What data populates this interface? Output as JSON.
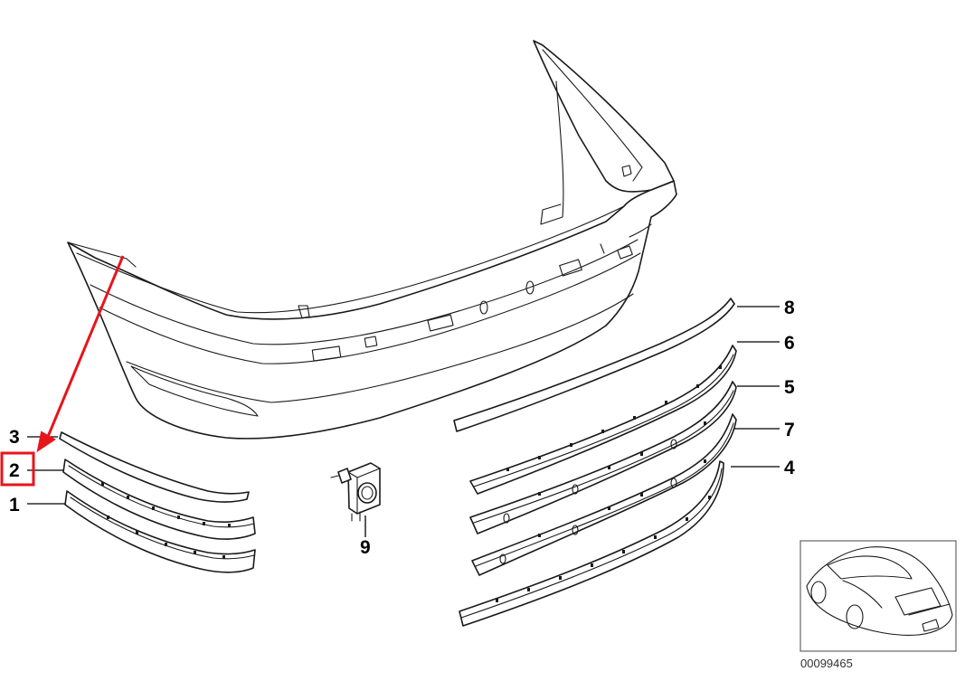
{
  "callouts": [
    {
      "label": "1"
    },
    {
      "label": "2"
    },
    {
      "label": "3"
    },
    {
      "label": "4"
    },
    {
      "label": "5"
    },
    {
      "label": "6"
    },
    {
      "label": "7"
    },
    {
      "label": "8"
    },
    {
      "label": "9"
    }
  ],
  "highlighted_callout": "2",
  "document_number": "00099465",
  "colors": {
    "line": "#1a1a1a",
    "highlight": "#e8141b",
    "background": "#ffffff"
  }
}
